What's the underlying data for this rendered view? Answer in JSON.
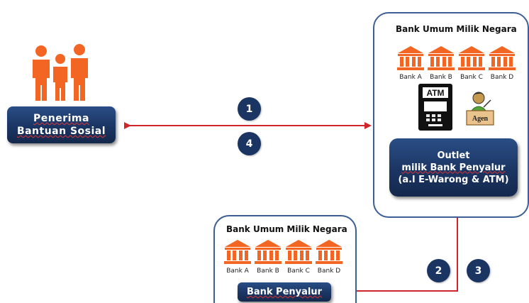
{
  "recipient": {
    "line1": "Penerima",
    "line2": "Bantuan Sosial"
  },
  "steps": [
    "1",
    "4",
    "2",
    "3"
  ],
  "top_panel": {
    "title": "Bank Umum Milik Negara",
    "banks": [
      "Bank A",
      "Bank B",
      "Bank C",
      "Bank D"
    ],
    "atm_label": "ATM",
    "agent_label": "Agen",
    "outlet": {
      "line1": "Outlet",
      "line2": "milik Bank Penyalur",
      "line3": "(a.l E-Warong & ATM)"
    }
  },
  "bottom_panel": {
    "title": "Bank Umum Milik Negara",
    "banks": [
      "Bank A",
      "Bank B",
      "Bank C",
      "Bank D"
    ],
    "box_label": "Bank Penyalur"
  },
  "colors": {
    "orange": "#f26522",
    "navy": "#1b3563",
    "arrow": "#d0262b",
    "panel_border": "#3d5f94"
  },
  "icons": {
    "people": "people-icon",
    "bank": "bank-building-icon",
    "atm": "atm-machine-icon",
    "agent": "agent-person-icon"
  }
}
